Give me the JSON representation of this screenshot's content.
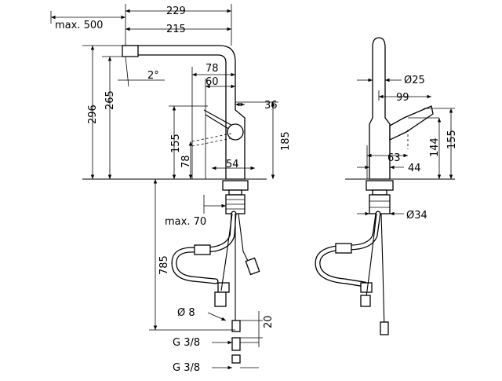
{
  "dimensions": {
    "d229": "229",
    "d215": "215",
    "max500": "max. 500",
    "d2deg": "2°",
    "d296": "296",
    "d265": "265",
    "d78": "78",
    "d60": "60",
    "d36": "36",
    "d155": "155",
    "d78v": "78",
    "d185": "185",
    "d54": "54",
    "max70": "max. 70",
    "d785": "785",
    "dia8": "Ø 8",
    "d20": "20",
    "g38a": "G 3/8",
    "g38b": "G 3/8",
    "dia25": "Ø25",
    "d99": "99",
    "d144": "144",
    "d155r": "155",
    "d63": "63",
    "d44": "44",
    "dia34": "Ø34"
  }
}
